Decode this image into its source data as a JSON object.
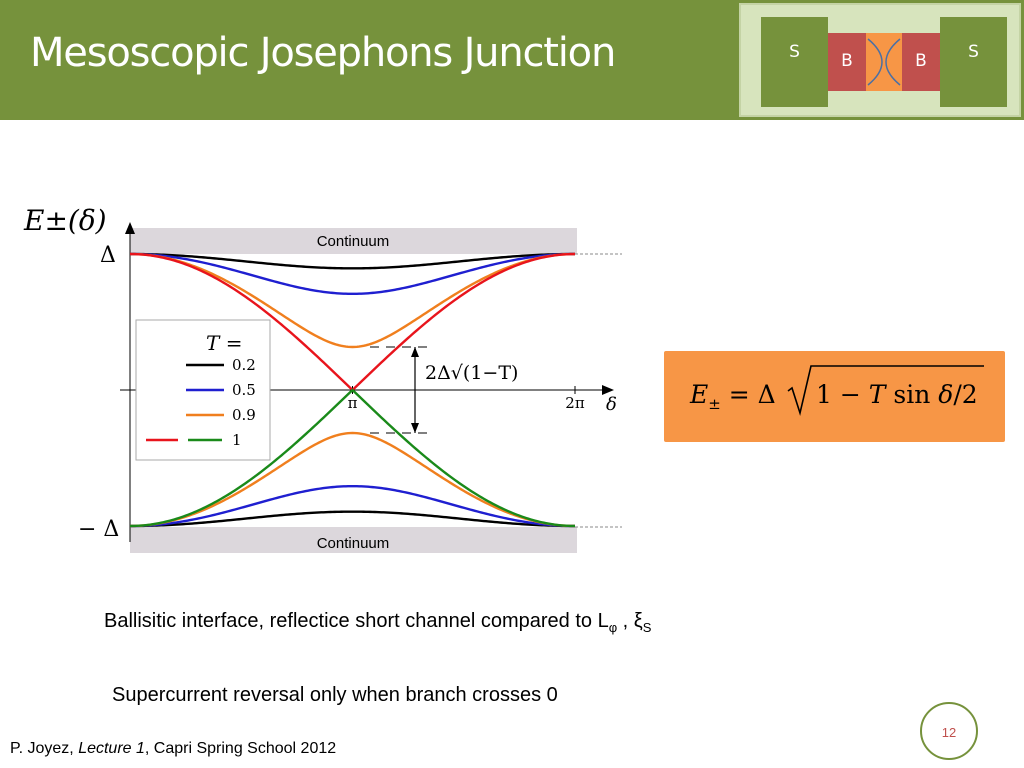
{
  "slide": {
    "title": "Mesoscopic Josephons Junction",
    "page_number": "12"
  },
  "junction_diagram": {
    "blocks": [
      "S",
      "B",
      "B",
      "S"
    ],
    "colors": {
      "s": "#76923c",
      "b": "#c0504d",
      "mid": "#f79646"
    }
  },
  "formula": "E± = Δ√(1 − T sin δ/2)",
  "captions": {
    "line1_main": "Ballisitic interface, reflectice short channel compared to L",
    "line1_sub1": "φ",
    "line1_sep": " , ξ",
    "line1_sub2": "S",
    "line2": "Supercurrent reversal only when branch crosses 0"
  },
  "footer": {
    "author": "P. Joyez, ",
    "lecture": "Lecture 1",
    "rest": ", Capri Spring School 2012"
  },
  "chart_data": {
    "type": "line",
    "title": "",
    "ylabel": "E±(δ)",
    "xlabel": "δ",
    "x_tick_labels": [
      "π",
      "2π"
    ],
    "y_tick_labels": [
      "Δ",
      "− Δ"
    ],
    "band_labels": [
      "Continuum",
      "Continuum"
    ],
    "gap_annotation": "2Δ√(1−T)",
    "xlim": [
      0,
      6.2832
    ],
    "ylim": [
      -1,
      1
    ],
    "legend_title": "T =",
    "legend_position": "left",
    "series": [
      {
        "name": "0.2",
        "T": 0.2,
        "color": "#000000"
      },
      {
        "name": "0.5",
        "T": 0.5,
        "color": "#1f1fd0"
      },
      {
        "name": "0.9",
        "T": 0.9,
        "color": "#f07f1e"
      },
      {
        "name": "1",
        "T": 1,
        "color": "#e8141c",
        "color_lower": "#1a8a1a"
      }
    ]
  }
}
